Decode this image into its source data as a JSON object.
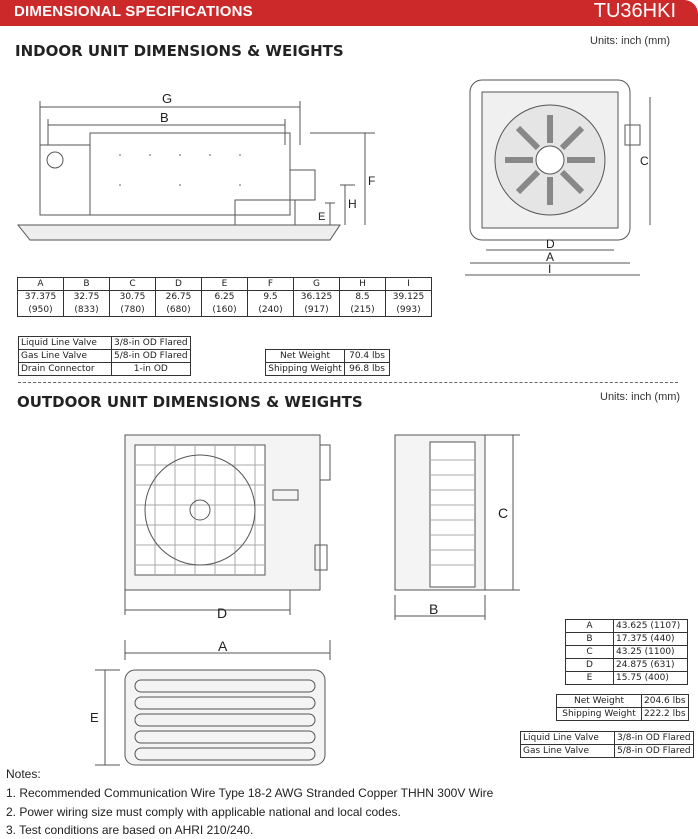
{
  "header": {
    "title": "DIMENSIONAL SPECIFICATIONS",
    "model": "TU36HKI",
    "color": "#cc2a2a"
  },
  "indoor": {
    "title": "INDOOR UNIT DIMENSIONS & WEIGHTS",
    "units": "Units: inch (mm)",
    "labels": {
      "G": "G",
      "B": "B",
      "F": "F",
      "H": "H",
      "E": "E",
      "C": "C",
      "D": "D",
      "A": "A",
      "I": "I"
    },
    "dims": {
      "headers": [
        "A",
        "B",
        "C",
        "D",
        "E",
        "F",
        "G",
        "H",
        "I"
      ],
      "inches": [
        "37.375",
        "32.75",
        "30.75",
        "26.75",
        "6.25",
        "9.5",
        "36.125",
        "8.5",
        "39.125"
      ],
      "mm": [
        "(950)",
        "(833)",
        "(780)",
        "(680)",
        "(160)",
        "(240)",
        "(917)",
        "(215)",
        "(993)"
      ]
    },
    "connections": [
      {
        "label": "Liquid Line Valve",
        "value": "3/8-in OD Flared"
      },
      {
        "label": "Gas Line Valve",
        "value": "5/8-in OD Flared"
      },
      {
        "label": "Drain Connector",
        "value": "1-in OD"
      }
    ],
    "weights": [
      {
        "label": "Net Weight",
        "value": "70.4 lbs"
      },
      {
        "label": "Shipping Weight",
        "value": "96.8 lbs"
      }
    ]
  },
  "outdoor": {
    "title": "OUTDOOR UNIT DIMENSIONS & WEIGHTS",
    "units": "Units: inch (mm)",
    "labels": {
      "D": "D",
      "C": "C",
      "B": "B",
      "A": "A",
      "E": "E"
    },
    "dims": [
      {
        "label": "A",
        "value": "43.625 (1107)"
      },
      {
        "label": "B",
        "value": "17.375 (440)"
      },
      {
        "label": "C",
        "value": "43.25 (1100)"
      },
      {
        "label": "D",
        "value": "24.875 (631)"
      },
      {
        "label": "E",
        "value": "15.75 (400)"
      }
    ],
    "weights": [
      {
        "label": "Net Weight",
        "value": "204.6 lbs"
      },
      {
        "label": "Shipping Weight",
        "value": "222.2 lbs"
      }
    ],
    "connections": [
      {
        "label": "Liquid Line Valve",
        "value": "3/8-in OD Flared"
      },
      {
        "label": "Gas Line Valve",
        "value": "5/8-in OD Flared"
      }
    ]
  },
  "notes": {
    "title": "Notes:",
    "items": [
      "1. Recommended Communication Wire Type 18-2 AWG Stranded Copper THHN 300V Wire",
      "2. Power wiring size must comply with applicable national and local codes.",
      "3. Test conditions are based on AHRI 210/240."
    ]
  }
}
